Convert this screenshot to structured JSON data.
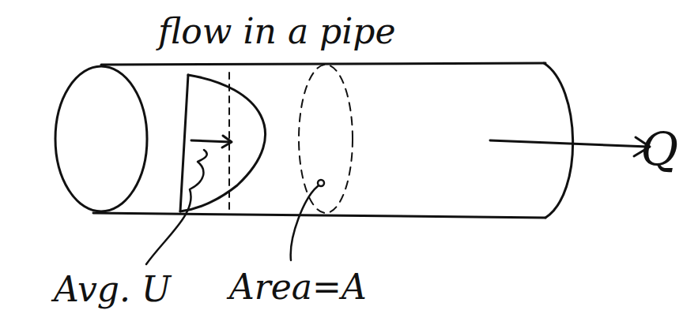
{
  "diagram": {
    "title": "flow in a pipe",
    "labels": [
      "Avg. U",
      "Area=A",
      "Q"
    ]
  }
}
